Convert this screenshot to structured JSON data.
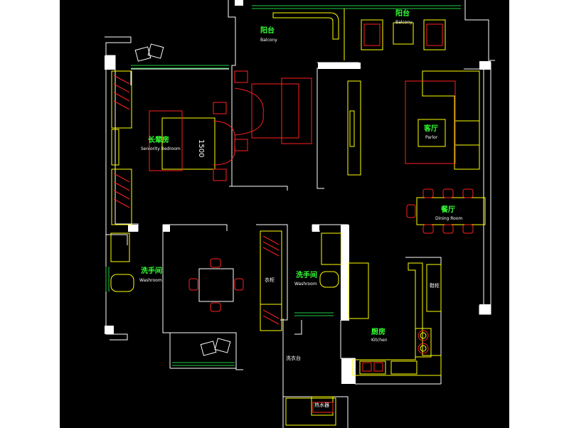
{
  "colors": {
    "background": "#000000",
    "wall": "#ffffff",
    "furniture_yellow": "#ffff00",
    "furniture_red": "#ff2020",
    "window_green": "#22cc44",
    "label_green": "#33ff33",
    "label_white": "#ffffff"
  },
  "rooms": {
    "balcony_top": {
      "cn": "阳台",
      "en": "Balcony"
    },
    "balcony_right": {
      "cn": "阳台",
      "en": "Balcony"
    },
    "senior_bedroom": {
      "cn": "长辈房",
      "en": "Seniority Bedroom"
    },
    "parlor": {
      "cn": "客厅",
      "en": "Parlor"
    },
    "dining": {
      "cn": "餐厅",
      "en": "Dining Room"
    },
    "washroom_left": {
      "cn": "洗手间",
      "en": "Washroom"
    },
    "washroom_center": {
      "cn": "洗手间",
      "en": "Washroom"
    },
    "kitchen": {
      "cn": "厨房",
      "en": "Kitchen"
    }
  },
  "annotations": {
    "dimension": "1500",
    "shoe_cabinet": "鞋柜",
    "wardrobe": "衣柜",
    "laundry_bay": "洗衣台",
    "water_heater": "热水器"
  }
}
